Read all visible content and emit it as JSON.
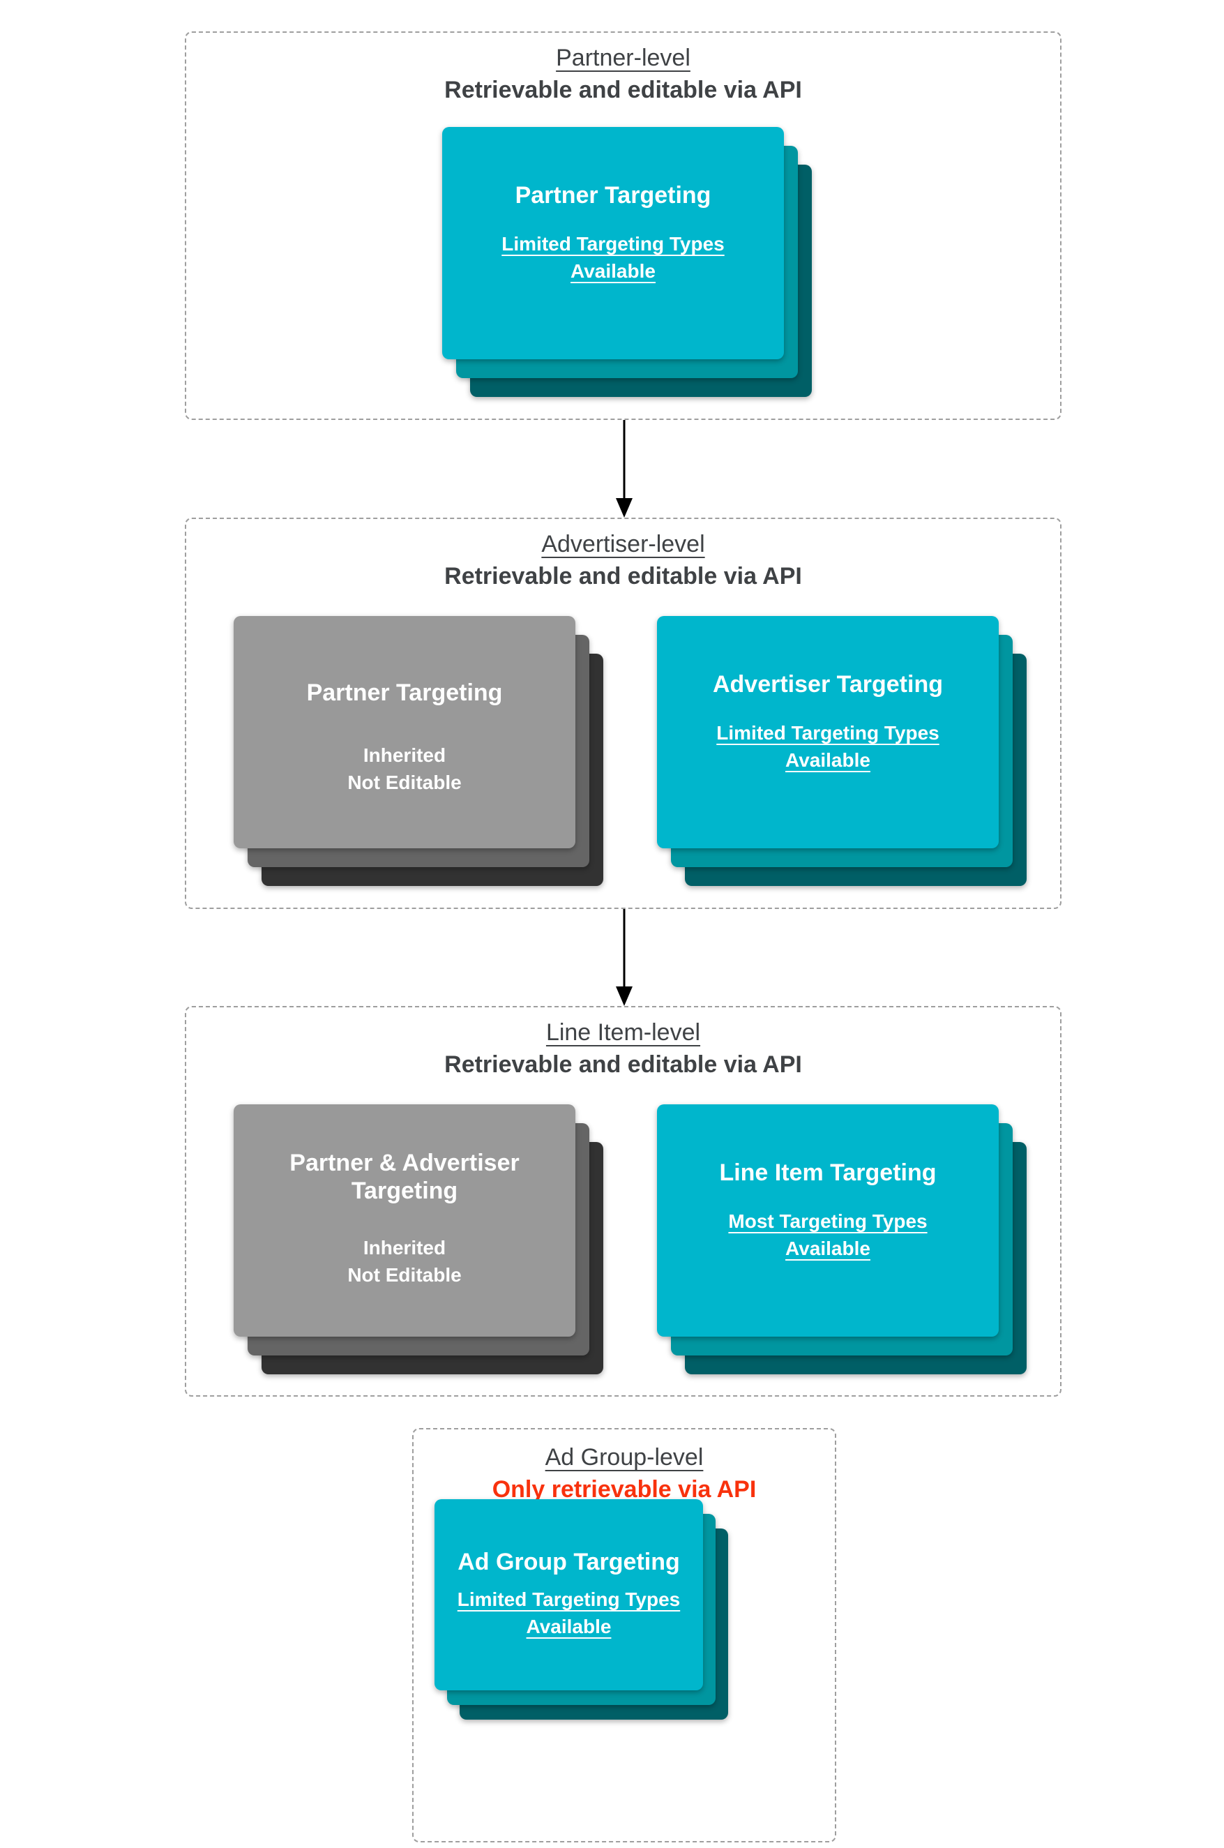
{
  "diagram": {
    "colors": {
      "cyan_card_front": "#00B6CC",
      "cyan_card_mid": "#0096A0",
      "cyan_card_back": "#005F66",
      "gray_card_front": "#999999",
      "gray_card_mid": "#656565",
      "gray_card_back": "#323232",
      "heading_text": "#3F4245",
      "red_note_text": "#F8320D",
      "card_text": "#FFFFFF",
      "dashed_border": "#9E9E9E",
      "arrow": "#000000"
    },
    "sections": [
      {
        "level_label": "Partner-level",
        "api_note": "Retrievable and editable via API",
        "cards": [
          {
            "title": "Partner Targeting",
            "sub_line1": "Limited Targeting Types",
            "sub_line2": "Available"
          }
        ]
      },
      {
        "level_label": "Advertiser-level",
        "api_note": "Retrievable and editable via API",
        "cards": [
          {
            "title": "Partner Targeting",
            "body_line1": "Inherited",
            "body_line2": "Not Editable"
          },
          {
            "title": "Advertiser Targeting",
            "sub_line1": "Limited Targeting Types",
            "sub_line2": "Available"
          }
        ]
      },
      {
        "level_label": "Line Item-level",
        "api_note": "Retrievable and editable via API",
        "cards": [
          {
            "title_line1": "Partner & Advertiser",
            "title_line2": "Targeting",
            "body_line1": "Inherited",
            "body_line2": "Not Editable"
          },
          {
            "title": "Line Item Targeting",
            "sub_line1": "Most Targeting Types",
            "sub_line2": "Available"
          }
        ]
      },
      {
        "level_label": "Ad Group-level",
        "api_note": "Only retrievable via API",
        "cards": [
          {
            "title": "Ad Group Targeting",
            "sub_line1": "Limited Targeting Types",
            "sub_line2": "Available"
          }
        ]
      }
    ]
  }
}
